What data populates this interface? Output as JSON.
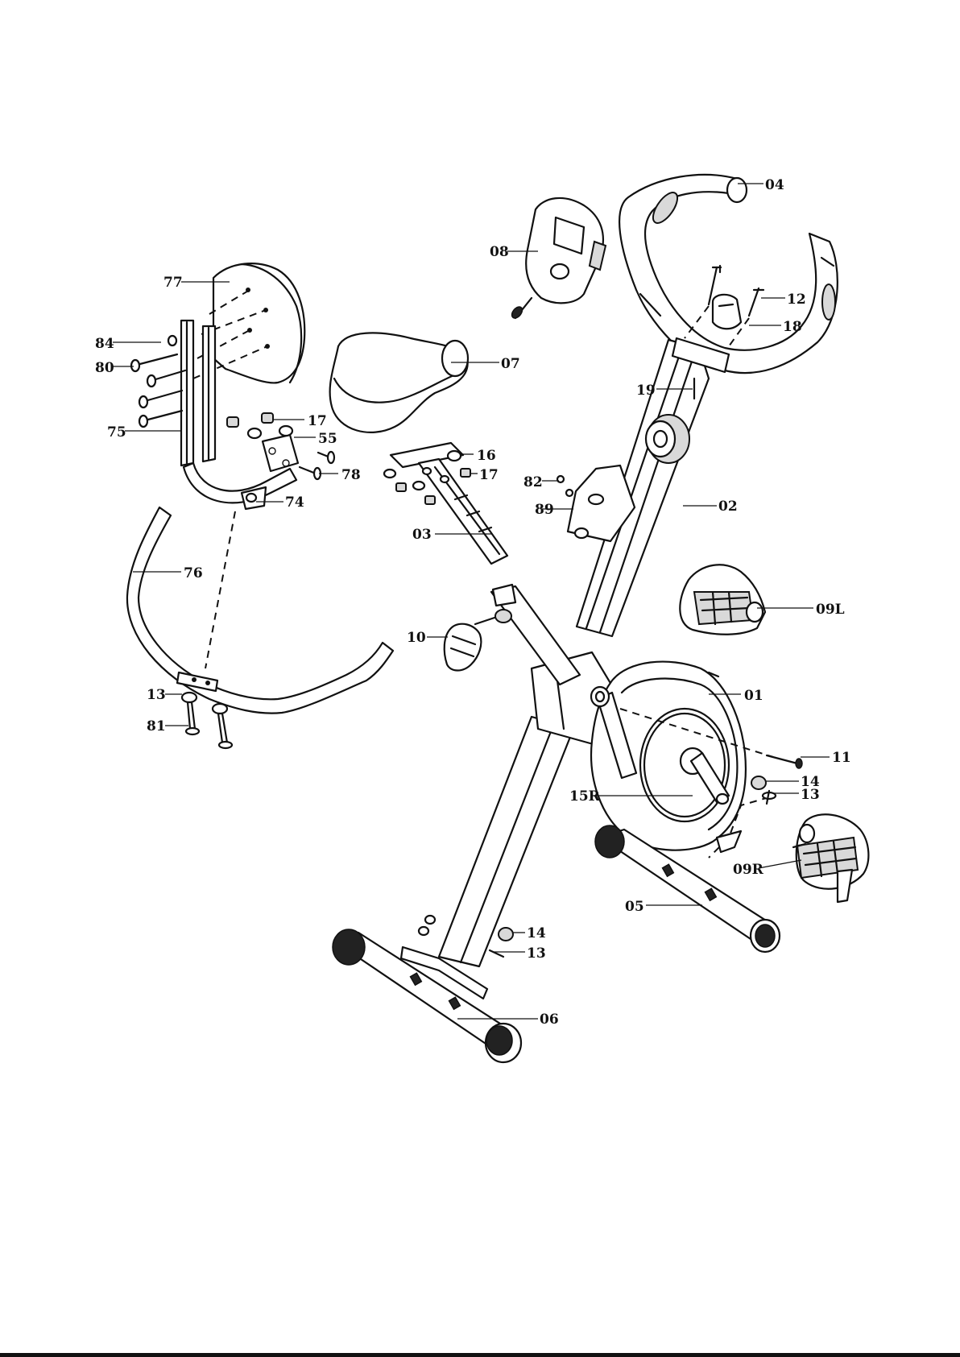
{
  "labels": {
    "p04": "04",
    "p08": "08",
    "p12": "12",
    "p18": "18",
    "p77": "77",
    "p07": "07",
    "p19": "19",
    "p84": "84",
    "p80": "80",
    "p75": "75",
    "p17a": "17",
    "p55": "55",
    "p16": "16",
    "p17b": "17",
    "p78": "78",
    "p82": "82",
    "p89": "89",
    "p02": "02",
    "p74": "74",
    "p03": "03",
    "p76": "76",
    "p09L": "09L",
    "p10": "10",
    "p01": "01",
    "p13a": "13",
    "p81": "81",
    "p11": "11",
    "p14a": "14",
    "p13b": "13",
    "p15R": "15R",
    "p09R": "09R",
    "p05": "05",
    "p14b": "14",
    "p13c": "13",
    "p06": "06"
  }
}
